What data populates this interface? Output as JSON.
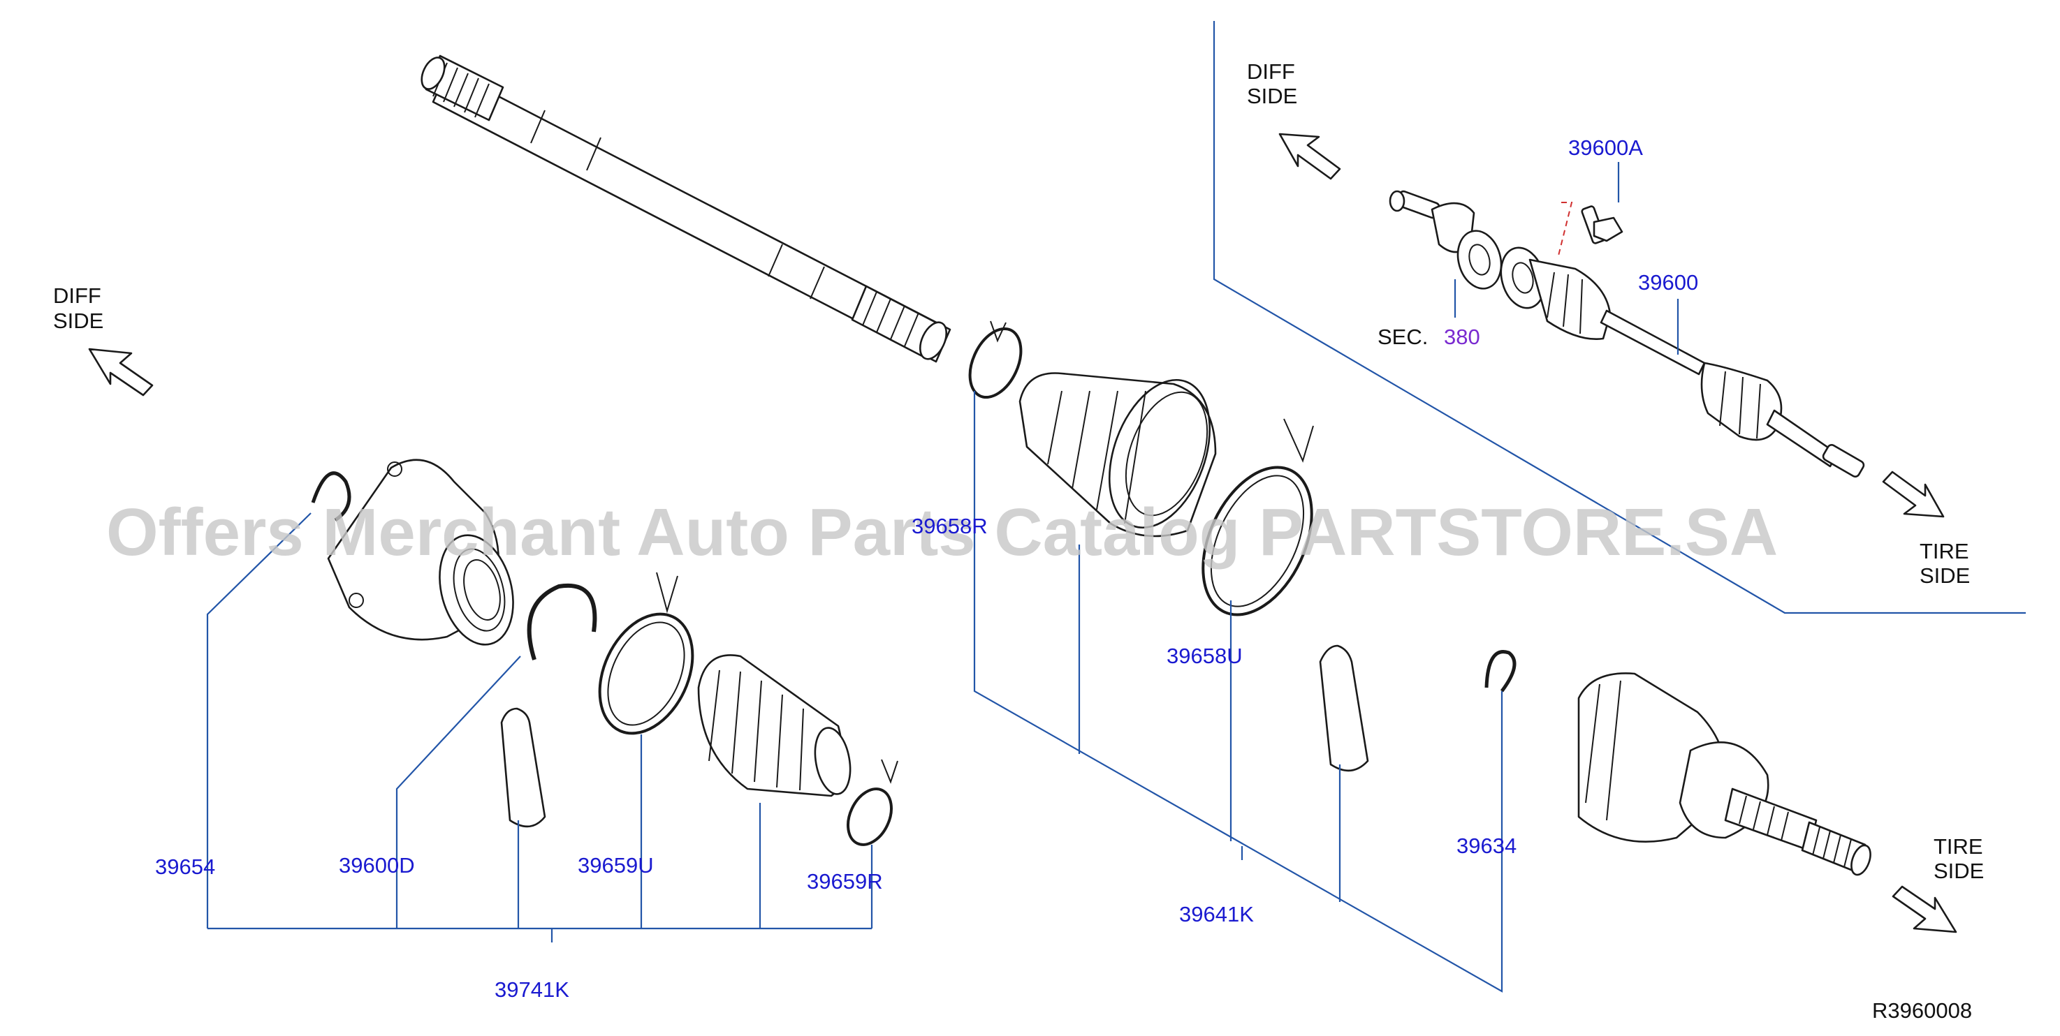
{
  "watermark": "Offers Merchant Auto Parts Catalog PARTSTORE.SA",
  "directions": {
    "diff_left": [
      "DIFF",
      "SIDE"
    ],
    "diff_inset": [
      "DIFF",
      "SIDE"
    ],
    "tire_inset": [
      "TIRE",
      "SIDE"
    ],
    "tire_right": [
      "TIRE",
      "SIDE"
    ]
  },
  "section_ref": {
    "prefix": "SEC.",
    "number": "380"
  },
  "part_numbers": {
    "p39600A": "39600A",
    "p39600": "39600",
    "p39654": "39654",
    "p39600D": "39600D",
    "p39659U": "39659U",
    "p39659R": "39659R",
    "p39741K": "39741K",
    "p39658R": "39658R",
    "p39658U": "39658U",
    "p39641K": "39641K",
    "p39634": "39634"
  },
  "diagram_code": "R3960008",
  "colors": {
    "part_number": "#1a1ad0",
    "leader_line": "#2255a8",
    "section_ref": "#7a2ad0",
    "outline": "#1a1a1a"
  }
}
